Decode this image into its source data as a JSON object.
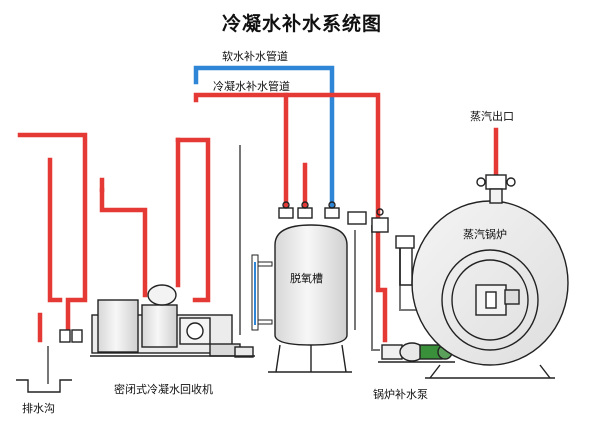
{
  "title": "冷凝水补水系统图",
  "labels": {
    "soft_water_pipe": "软水补水管道",
    "condensate_pipe": "冷凝水补水管道",
    "steam_outlet": "蒸汽出口",
    "boiler": "蒸汽锅炉",
    "deaerator": "脱氧槽",
    "recovery_unit": "密闭式冷凝水回收机",
    "feed_pump": "锅炉补水泵",
    "drain_ditch": "排水沟"
  },
  "colors": {
    "condensate_pipe": "#e53935",
    "soft_water_pipe": "#2f86d6",
    "equipment_outline": "#222222",
    "tank_fill": "#e7e7e7"
  }
}
